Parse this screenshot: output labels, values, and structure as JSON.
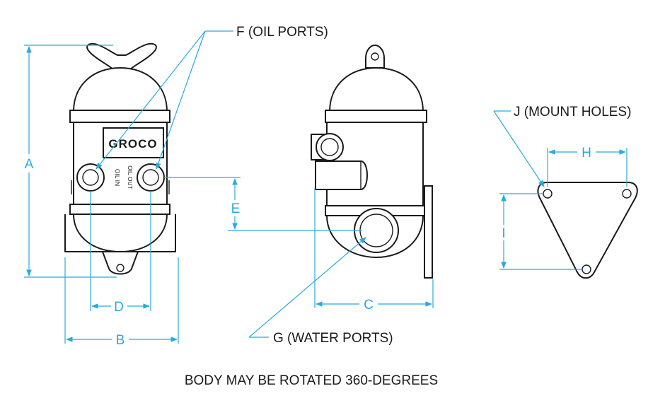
{
  "brand": "GROCO",
  "port_labels": {
    "oil_in": "OIL IN",
    "oil_out": "OIL OUT"
  },
  "callouts": {
    "f": "F (OIL PORTS)",
    "g": "G (WATER PORTS)",
    "j": "J (MOUNT HOLES)"
  },
  "dimensions": {
    "a": "A",
    "b": "B",
    "c": "C",
    "d": "D",
    "e": "E",
    "h": "H",
    "i": "I"
  },
  "note": "BODY MAY BE ROTATED 360-DEGREES",
  "colors": {
    "dimension": "#29a9e1",
    "outline": "#1a1a1a"
  }
}
